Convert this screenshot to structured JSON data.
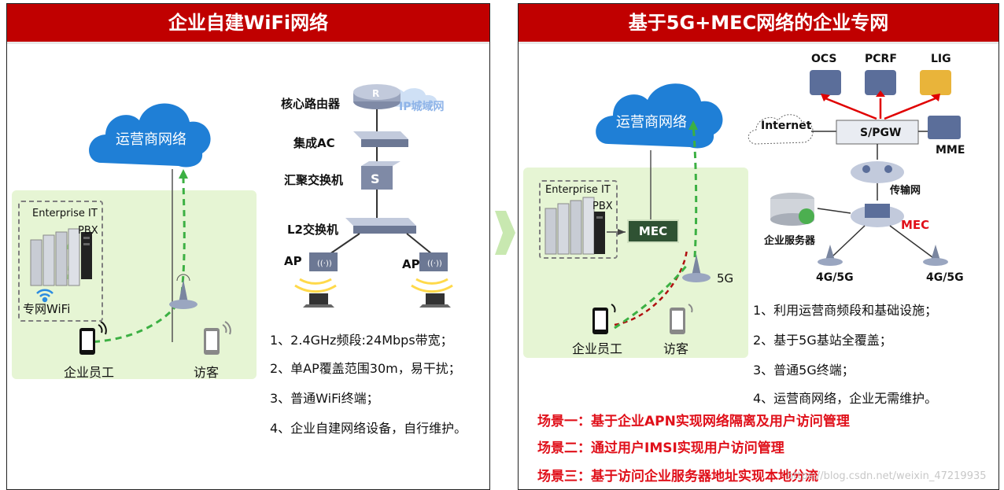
{
  "left": {
    "header": "企业自建WiFi网络",
    "cloud_label": "运营商网络",
    "enterprise_it": "Enterprise IT",
    "pbx": "PBX",
    "wifi_label": "专网WiFi",
    "employee": "企业员工",
    "visitor": "访客",
    "core_router": "核心路由器",
    "ip_metro": "IP城域网",
    "ac": "集成AC",
    "agg_switch": "汇聚交换机",
    "l2_switch": "L2交换机",
    "ap1": "AP",
    "ap2": "AP",
    "features": [
      "1、2.4GHz频段:24Mbps带宽；",
      "2、单AP覆盖范围30m，易干扰；",
      "3、普通WiFi终端；",
      "4、企业自建网络设备，自行维护。"
    ]
  },
  "right": {
    "header": "基于5G+MEC网络的企业专网",
    "cloud_label": "运营商网络",
    "enterprise_it": "Enterprise IT",
    "pbx": "PBX",
    "mec_box": "MEC",
    "fiveg": "5G",
    "employee": "企业员工",
    "visitor": "访客",
    "ocs": "OCS",
    "pcrf": "PCRF",
    "lig": "LIG",
    "internet": "Internet",
    "spgw": "S/PGW",
    "mme": "MME",
    "transport": "传输网",
    "mec_node": "MEC",
    "server": "企业服务器",
    "bs1": "4G/5G",
    "bs2": "4G/5G",
    "features": [
      "1、利用运营商频段和基础设施；",
      "2、基于5G基站全覆盖；",
      "3、普通5G终端；",
      "4、运营商网络，企业无需维护。"
    ],
    "scenarios": [
      "场景一：基于企业APN实现网络隔离及用户访问管理",
      "场景二：通过用户IMSI实现用户访问管理",
      "场景三：基于访问企业服务器地址实现本地分流"
    ]
  },
  "watermark": "https://blog.csdn.net/weixin_47219935",
  "colors": {
    "header_red": "#c00000",
    "green_area": "#e6f5d4",
    "cloud_blue": "#1f7fd6",
    "dashed_green": "#3cb043",
    "red_line": "#e00000"
  }
}
